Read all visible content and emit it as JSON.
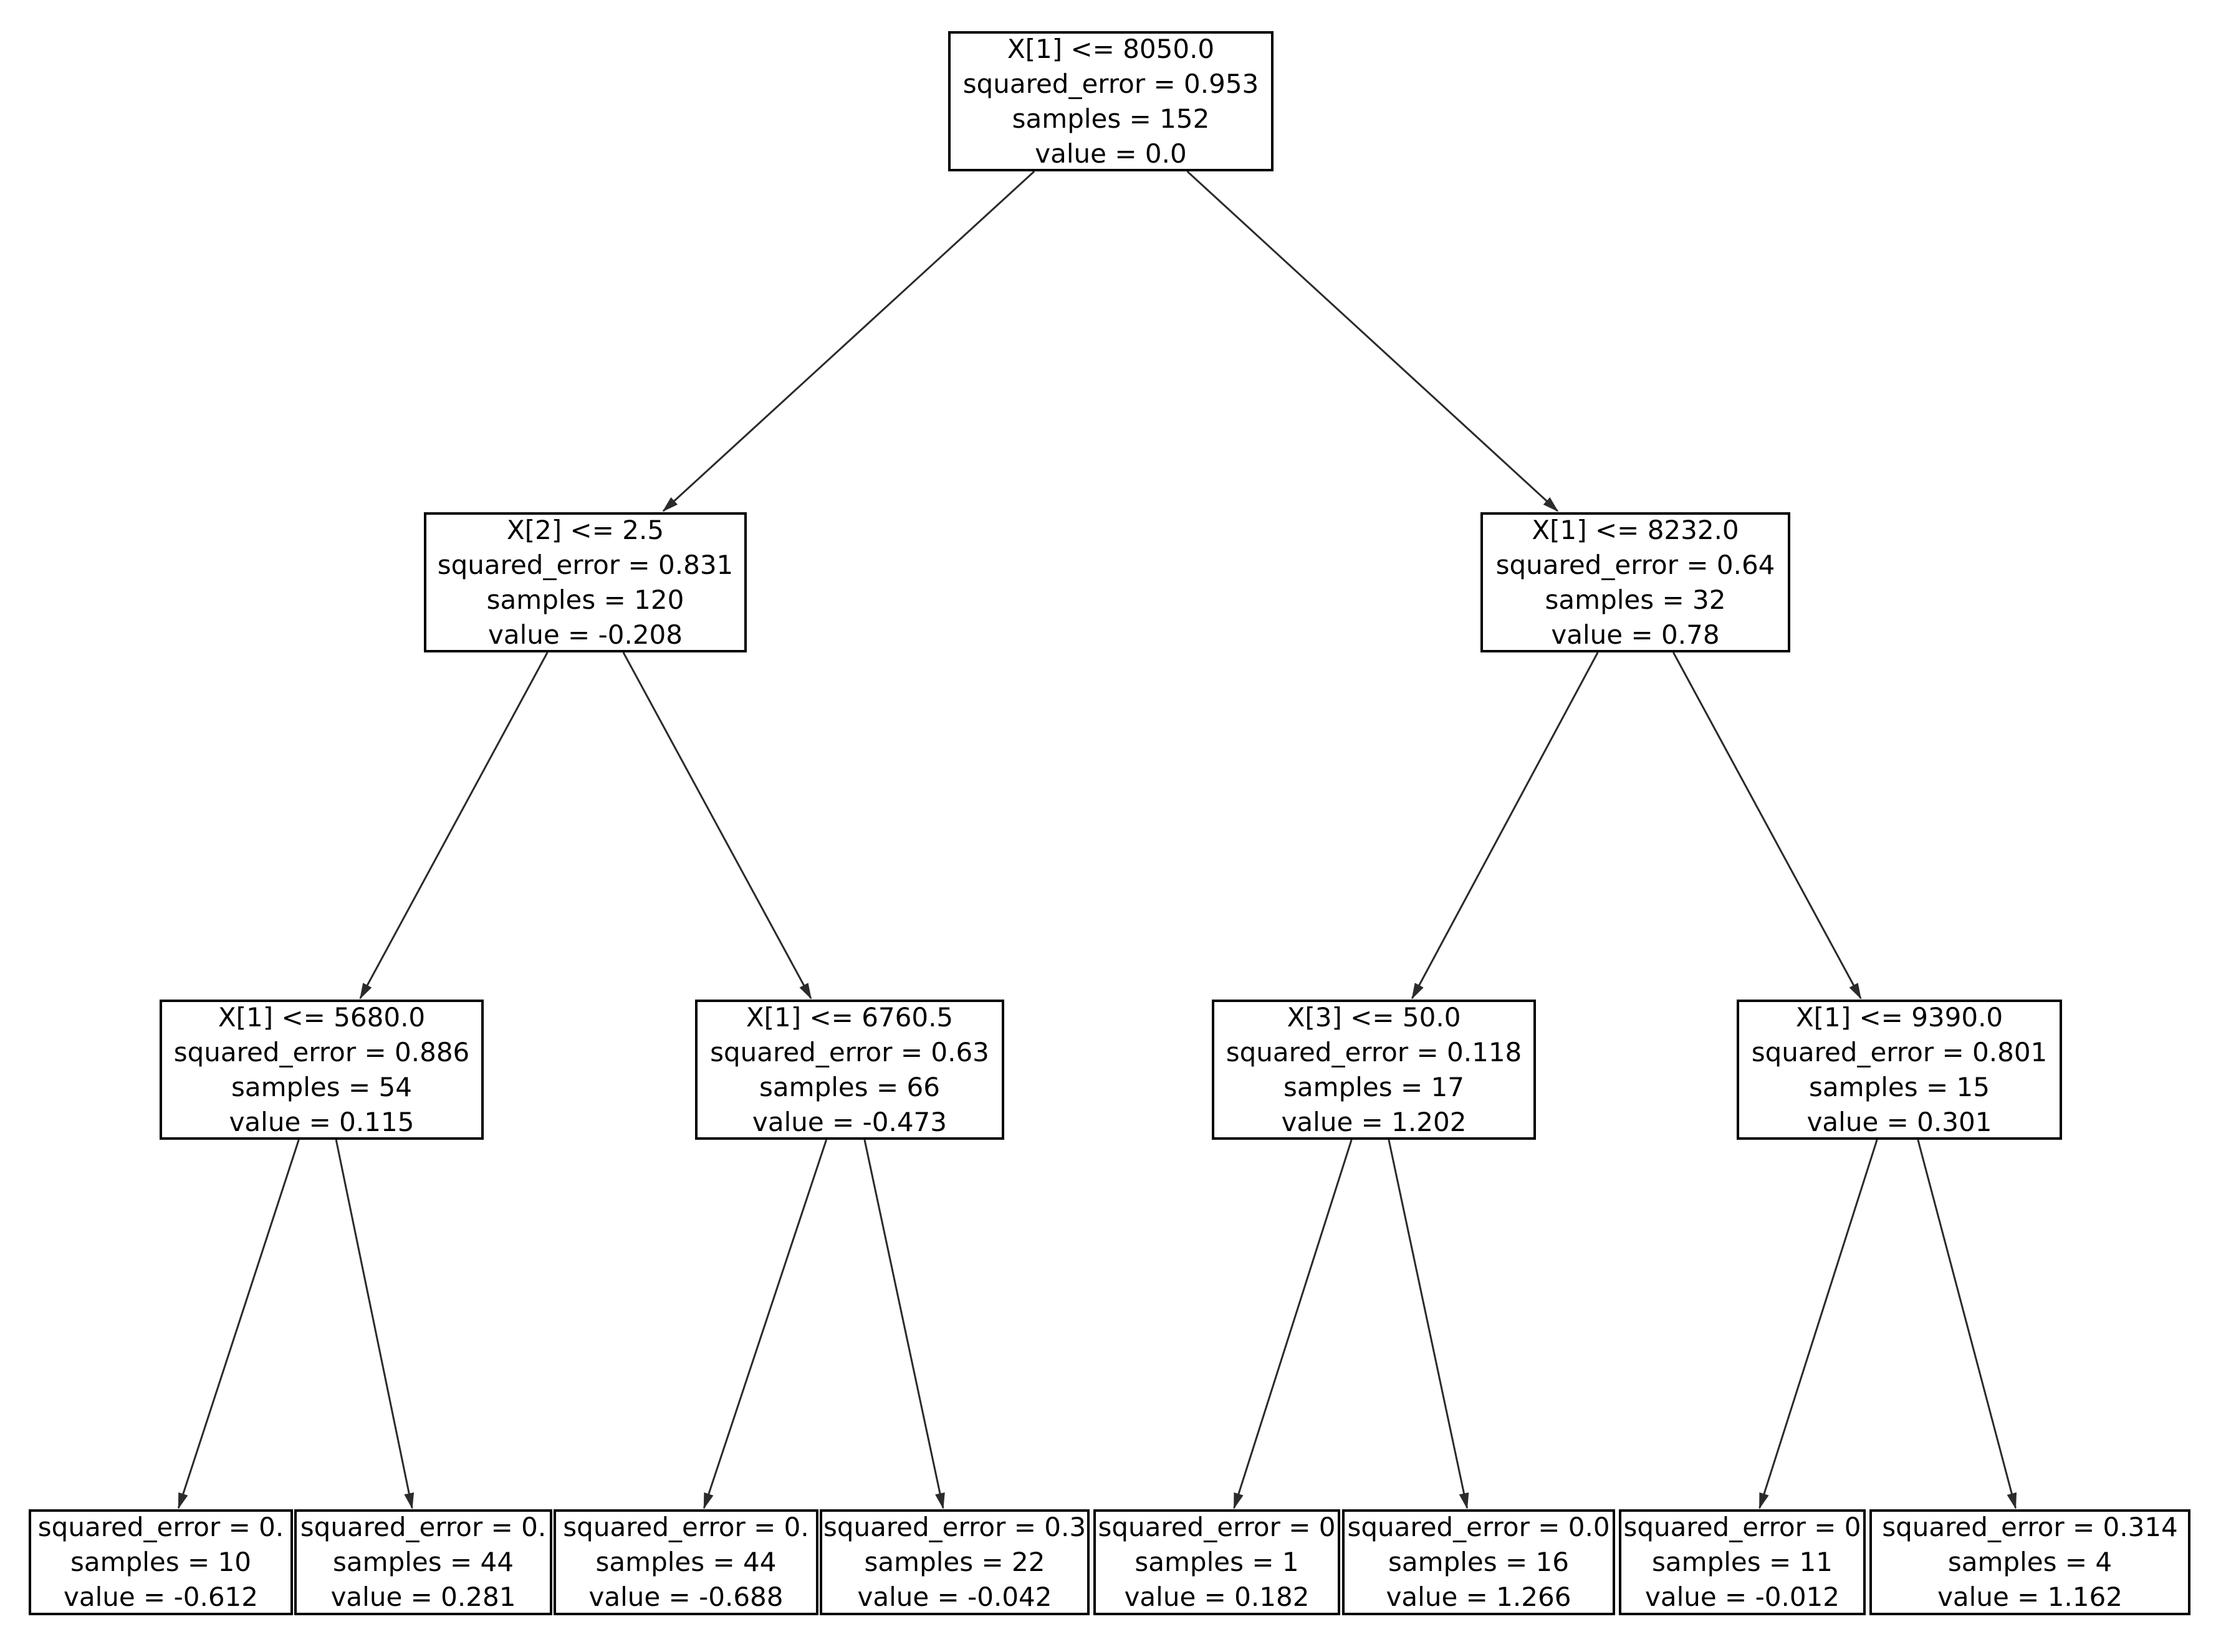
{
  "figure": {
    "background_color": "#ffffff",
    "node_border_color": "#000000",
    "edge_color": "#2b2b2b",
    "text_color": "#000000"
  },
  "tree": {
    "type": "decision-tree-regression-plot",
    "nodes": [
      {
        "role": "root",
        "condition": "X[1] <= 8050.0",
        "squared_error": "squared_error = 0.953",
        "samples": "samples = 152",
        "value": "value = 0.0"
      },
      {
        "role": "internal",
        "condition": "X[2] <= 2.5",
        "squared_error": "squared_error = 0.831",
        "samples": "samples = 120",
        "value": "value = -0.208"
      },
      {
        "role": "internal",
        "condition": "X[1] <= 5680.0",
        "squared_error": "squared_error = 0.886",
        "samples": "samples = 54",
        "value": "value = 0.115"
      },
      {
        "role": "leaf",
        "squared_error": "squared_error = 0.",
        "samples": "samples = 10",
        "value": "value = -0.612"
      },
      {
        "role": "leaf",
        "squared_error": "squared_error = 0.",
        "samples": "samples = 44",
        "value": "value = 0.281"
      },
      {
        "role": "internal",
        "condition": "X[1] <= 6760.5",
        "squared_error": "squared_error = 0.63",
        "samples": "samples = 66",
        "value": "value = -0.473"
      },
      {
        "role": "leaf",
        "squared_error": "squared_error = 0.",
        "samples": "samples = 44",
        "value": "value = -0.688"
      },
      {
        "role": "leaf",
        "squared_error": "squared_error = 0.3",
        "samples": "samples = 22",
        "value": "value = -0.042"
      },
      {
        "role": "internal",
        "condition": "X[1] <= 8232.0",
        "squared_error": "squared_error = 0.64",
        "samples": "samples = 32",
        "value": "value = 0.78"
      },
      {
        "role": "internal",
        "condition": "X[3] <= 50.0",
        "squared_error": "squared_error = 0.118",
        "samples": "samples = 17",
        "value": "value = 1.202"
      },
      {
        "role": "leaf",
        "squared_error": "squared_error = 0",
        "samples": "samples = 1",
        "value": "value = 0.182"
      },
      {
        "role": "leaf",
        "squared_error": "squared_error = 0.0",
        "samples": "samples = 16",
        "value": "value = 1.266"
      },
      {
        "role": "internal",
        "condition": "X[1] <= 9390.0",
        "squared_error": "squared_error = 0.801",
        "samples": "samples = 15",
        "value": "value = 0.301"
      },
      {
        "role": "leaf",
        "squared_error": "squared_error = 0",
        "samples": "samples = 11",
        "value": "value = -0.012"
      },
      {
        "role": "leaf",
        "squared_error": "squared_error = 0.314",
        "samples": "samples = 4",
        "value": "value = 1.162"
      }
    ],
    "edges": [
      [
        0,
        1
      ],
      [
        0,
        8
      ],
      [
        1,
        2
      ],
      [
        1,
        5
      ],
      [
        2,
        3
      ],
      [
        2,
        4
      ],
      [
        5,
        6
      ],
      [
        5,
        7
      ],
      [
        8,
        9
      ],
      [
        8,
        12
      ],
      [
        9,
        10
      ],
      [
        9,
        11
      ],
      [
        12,
        13
      ],
      [
        12,
        14
      ]
    ]
  }
}
